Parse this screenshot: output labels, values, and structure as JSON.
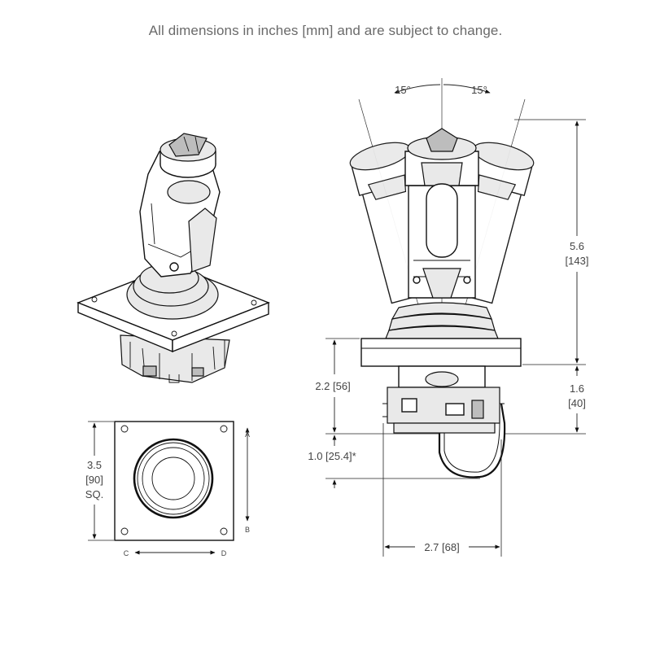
{
  "note": "All dimensions in inches [mm] and are subject to change.",
  "angles": {
    "left": "15°",
    "right": "15°"
  },
  "dimensions": {
    "height_in": "5.6",
    "height_mm": "[143]",
    "below_in": "2.2 [56]",
    "base_in": "1.6",
    "base_mm": "[40]",
    "cable_in": "1.0 [25.4]*",
    "depth_in": "2.7 [68]",
    "square_in": "3.5",
    "square_mm": "[90]",
    "square_sq": "SQ."
  },
  "axis_letters": {
    "a": "A",
    "b": "B",
    "c": "C",
    "d": "D"
  }
}
